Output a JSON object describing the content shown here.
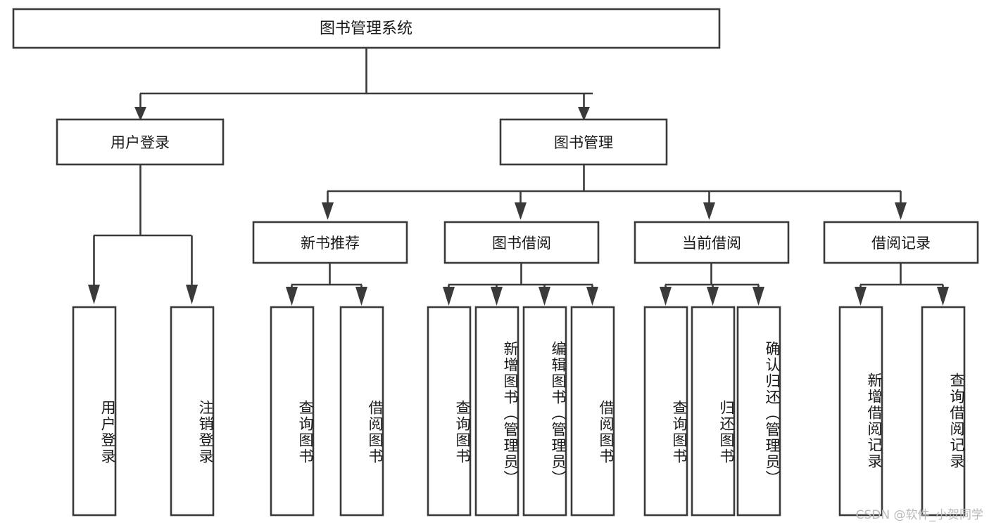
{
  "diagram": {
    "title": "图书管理系统",
    "type": "tree",
    "watermark": "CSDN @软件_小贺同学",
    "colors": {
      "stroke": "#3a3a3a",
      "fill": "#ffffff",
      "text": "#1a1a1a",
      "watermark": "#b9b9b9",
      "background": "#ffffff"
    },
    "root": {
      "label": "图书管理系统"
    },
    "level2": [
      {
        "label": "用户登录"
      },
      {
        "label": "图书管理"
      }
    ],
    "level3": [
      {
        "label": "新书推荐"
      },
      {
        "label": "图书借阅"
      },
      {
        "label": "当前借阅"
      },
      {
        "label": "借阅记录"
      }
    ],
    "leaves": {
      "user_login": [
        {
          "label": "用户登录"
        },
        {
          "label": "注销登录"
        }
      ],
      "new_book_recommend": [
        {
          "label": "查询图书"
        },
        {
          "label": "借阅图书"
        }
      ],
      "book_borrow": [
        {
          "label": "查询图书"
        },
        {
          "label": "新增图书（管理员）"
        },
        {
          "label": "编辑图书（管理员）"
        },
        {
          "label": "借阅图书"
        }
      ],
      "current_borrow": [
        {
          "label": "查询图书"
        },
        {
          "label": "归还图书"
        },
        {
          "label": "确认归还（管理员）"
        }
      ],
      "borrow_record": [
        {
          "label": "新增借阅记录"
        },
        {
          "label": "查询借阅记录"
        }
      ]
    }
  }
}
